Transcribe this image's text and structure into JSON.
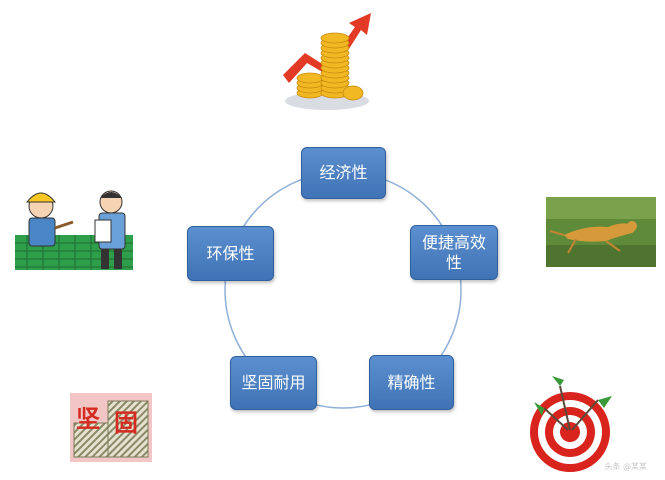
{
  "nodes": {
    "economy": "经济性",
    "efficiency": "便捷高效性",
    "accuracy": "精确性",
    "durability": "坚固耐用",
    "environment": "环保性"
  },
  "badge": {
    "char1": "坚",
    "char2": "固"
  },
  "watermark": "头条 @某某",
  "colors": {
    "node_fill": "#4a7fc1",
    "ring": "#8fb0d8"
  }
}
